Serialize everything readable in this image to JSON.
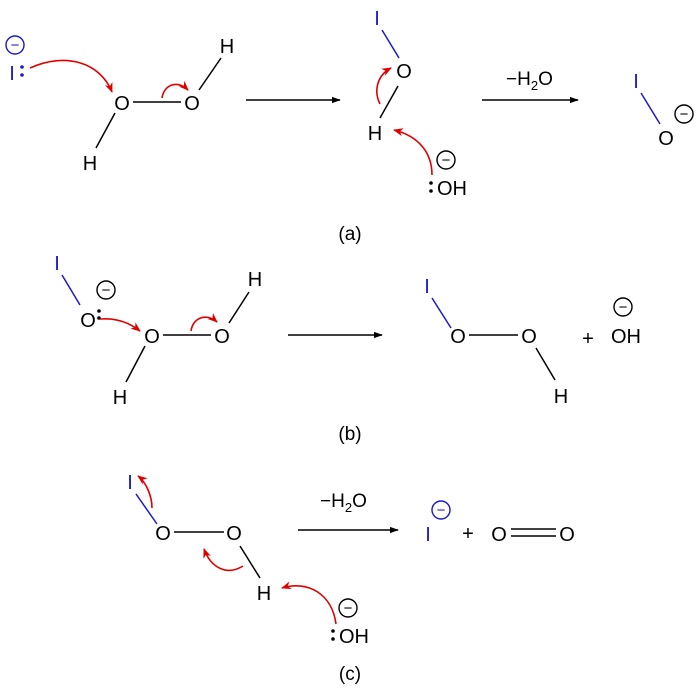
{
  "colors": {
    "black": "#000000",
    "blue": "#1a1acc",
    "red": "#e00000"
  },
  "atoms": {
    "iodine": "I",
    "oxygen": "O",
    "hydrogen": "H",
    "hydroxide": "OH"
  },
  "charge": "−",
  "plus": "+",
  "conditions": {
    "minus_water_prefix": "−H",
    "minus_water_sub": "2",
    "minus_water_suffix": "O"
  },
  "panels": {
    "a": "(a)",
    "b": "(b)",
    "c": "(c)"
  }
}
